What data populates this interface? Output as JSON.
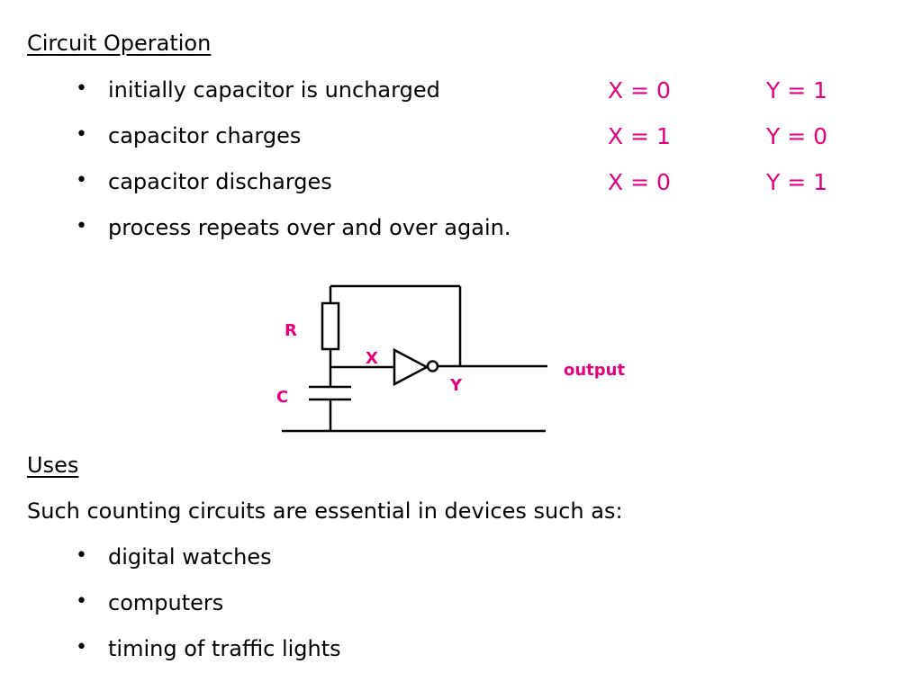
{
  "section1": {
    "heading": "Circuit Operation",
    "bullets": [
      {
        "text": "initially capacitor is uncharged",
        "x": "X = 0",
        "y": "Y = 1"
      },
      {
        "text": "capacitor charges",
        "x": "X = 1",
        "y": "Y = 0"
      },
      {
        "text": "capacitor discharges",
        "x": "X = 0",
        "y": "Y = 1"
      },
      {
        "text": "process repeats over and over again.",
        "x": "",
        "y": ""
      }
    ]
  },
  "circuit": {
    "label_r": "R",
    "label_c": "C",
    "label_x": "X",
    "label_y": "Y",
    "label_output": "output"
  },
  "section2": {
    "heading": "Uses",
    "intro": "Such counting circuits are essential in devices such as:",
    "bullets": [
      "digital watches",
      "computers",
      "timing of traffic lights"
    ]
  },
  "bullet_char": "•",
  "colors": {
    "accent": "#e6007e",
    "text": "#000000"
  }
}
